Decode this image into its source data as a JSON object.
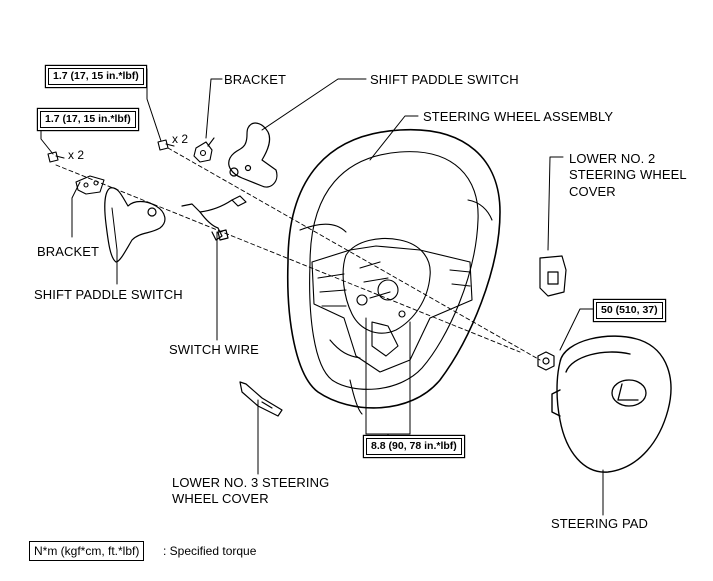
{
  "labels": {
    "bracket_top": "BRACKET",
    "shift_paddle_top": "SHIFT PADDLE SWITCH",
    "steering_wheel_assembly": "STEERING WHEEL ASSEMBLY",
    "lower_no2_line1": "LOWER NO. 2",
    "lower_no2_line2": "STEERING WHEEL",
    "lower_no2_line3": "COVER",
    "bracket_left": "BRACKET",
    "shift_paddle_left": "SHIFT PADDLE SWITCH",
    "switch_wire": "SWITCH WIRE",
    "lower_no3_line1": "LOWER NO. 3 STEERING",
    "lower_no3_line2": "WHEEL COVER",
    "steering_pad": "STEERING PAD"
  },
  "torques": {
    "top": "1.7 (17, 15 in.*lbf)",
    "left": "1.7 (17, 15 in.*lbf)",
    "nut": "50 (510, 37)",
    "bolts": "8.8 (90, 78 in.*lbf)"
  },
  "quantities": {
    "top": "x 2",
    "left": "x 2"
  },
  "legend": {
    "unit": "N*m (kgf*cm, ft.*lbf)",
    "text": ": Specified torque"
  },
  "icons": [
    "lexus-logo-icon",
    "bolt-icon",
    "nut-icon"
  ]
}
